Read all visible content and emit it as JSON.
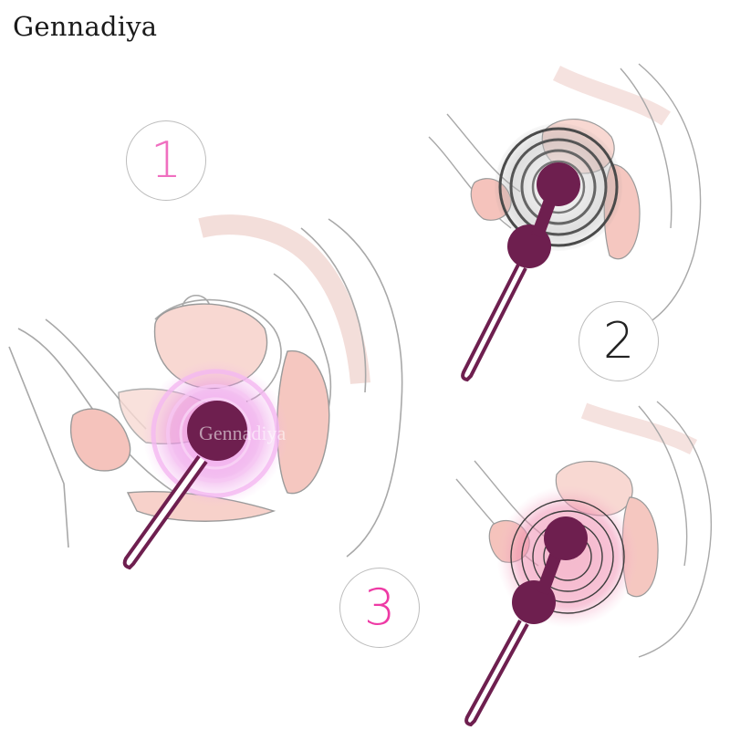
{
  "brand": {
    "name": "Gennadiya"
  },
  "watermark": {
    "text": "Gennadiya"
  },
  "steps": [
    {
      "number": "1",
      "color": "#f06fc0"
    },
    {
      "number": "2",
      "color": "#222222"
    },
    {
      "number": "3",
      "color": "#ee3aa5"
    }
  ],
  "colors": {
    "product": "#6e1f4f",
    "tissue": "#f6cfc8",
    "outline": "#9a9a9a",
    "pink_glow": "#e86fd6"
  },
  "icons": [
    "kegel-ball-single",
    "kegel-ball-double",
    "vibration-rings"
  ]
}
